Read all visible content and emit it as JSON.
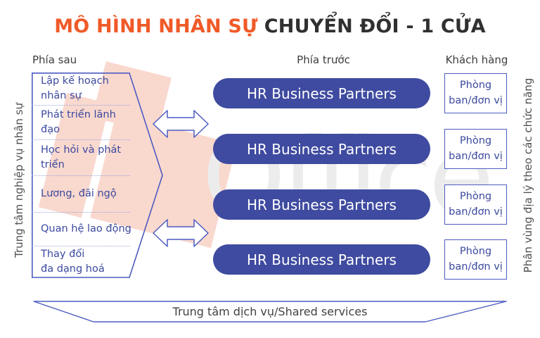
{
  "title": {
    "highlight": "MÔ HÌNH NHÂN SỰ",
    "rest": "CHUYỂN ĐỔI - 1 CỬA"
  },
  "column_headers": {
    "left": "Phía sau",
    "center": "Phía trước",
    "right": "Khách hàng"
  },
  "left_panel": {
    "vertical_label": "Trung tâm nghiệp vụ nhân sự",
    "items": [
      [
        "Lập kế hoạch",
        "nhân sự"
      ],
      [
        "Phát triển lãnh",
        "đạo"
      ],
      [
        "Học hỏi và phát",
        "triển"
      ],
      [
        "Lương, đãi ngộ"
      ],
      [
        "Quan hệ lao động"
      ],
      [
        "Thay đổi",
        "đa dạng hoá"
      ]
    ]
  },
  "center": {
    "pills": [
      "HR Business Partners",
      "HR Business Partners",
      "HR Business Partners",
      "HR Business Partners"
    ]
  },
  "right_panel": {
    "vertical_label": "Phân vùng địa lý theo các chức năng",
    "boxes": [
      [
        "Phòng",
        "ban/đơn vị"
      ],
      [
        "Phòng",
        "ban/đơn vị"
      ],
      [
        "Phòng",
        "ban/đơn vị"
      ],
      [
        "Phòng",
        "ban/đơn vị"
      ]
    ]
  },
  "footer": {
    "banner_label": "Trung tâm dịch vụ/Shared services"
  },
  "watermark": {
    "text": "Office"
  },
  "colors": {
    "title_accent": "#f05a28",
    "title_dark": "#303030",
    "pill_fill": "#3f4ba0",
    "stroke_blue": "#4d5cc0",
    "text_blue": "#3b499e",
    "watermark_salmon": "#f9d8ce",
    "watermark_gray": "#ececec"
  }
}
